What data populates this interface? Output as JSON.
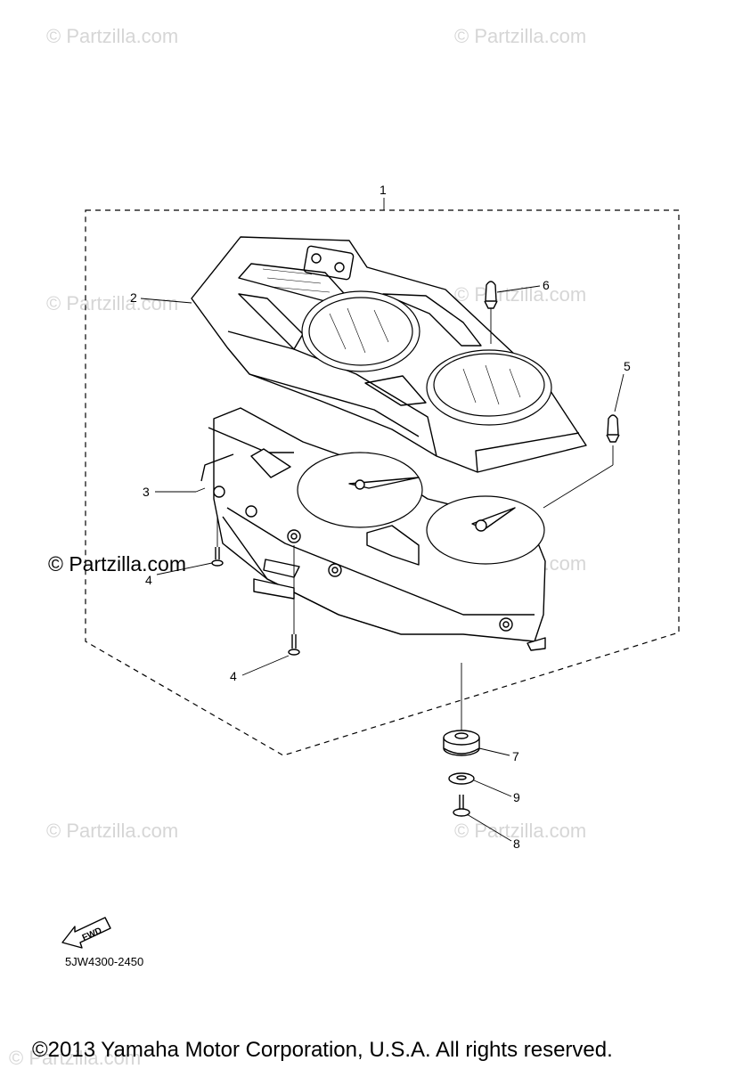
{
  "watermarks": [
    "© Partzilla.com",
    "© Partzilla.com",
    "© Partzilla.com",
    "© Partzilla.com",
    "© Partzilla.com",
    "© Partzilla.com",
    "© Partzilla.com",
    "© Partzilla.com"
  ],
  "watermark_strong": "© Partzilla.com",
  "callouts": {
    "c1": "1",
    "c2": "2",
    "c3": "3",
    "c4a": "4",
    "c4b": "4",
    "c5": "5",
    "c6": "6",
    "c7": "7",
    "c8": "8",
    "c9": "9"
  },
  "fwd_label": "FWD",
  "drawing_code": "5JW4300-2450",
  "copyright": "©2013 Yamaha Motor Corporation, U.S.A. All rights reserved."
}
